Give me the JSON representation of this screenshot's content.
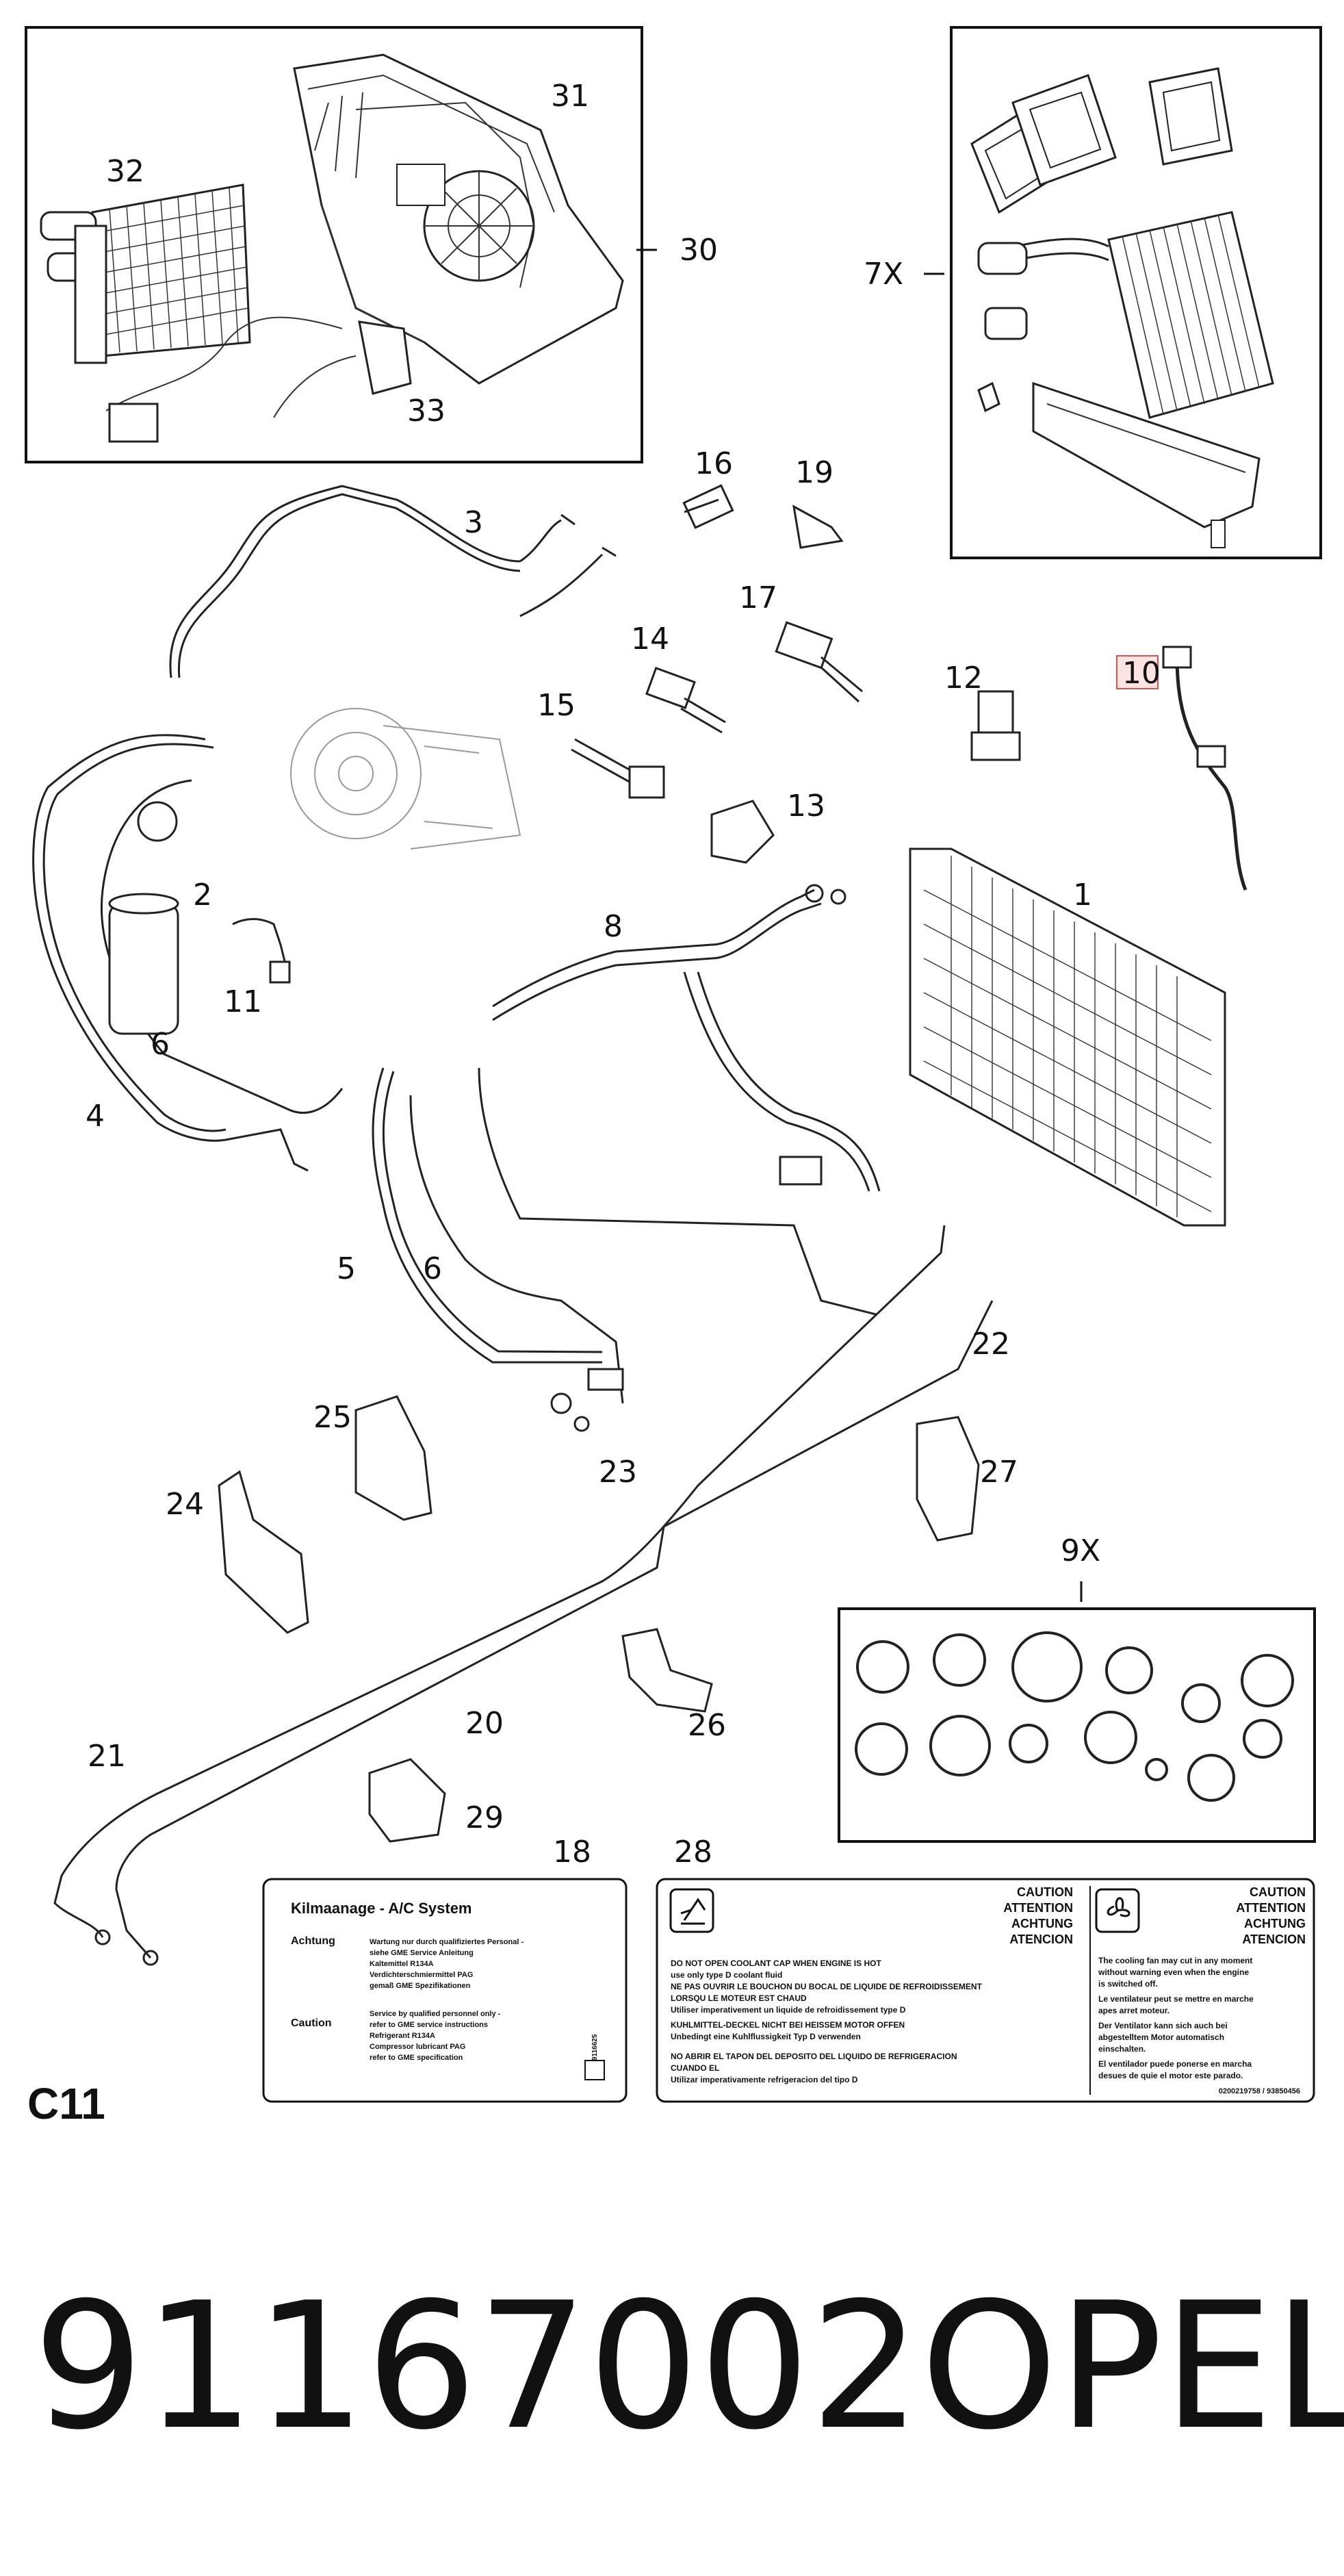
{
  "page_code": "C11",
  "part_number": "91167002",
  "brand": "OPEL",
  "highlight_color": "#d9534f",
  "callouts": {
    "c1": "1",
    "c2": "2",
    "c3": "3",
    "c4": "4",
    "c5": "5",
    "c6a": "6",
    "c6b": "6",
    "c7": "7X",
    "c8": "8",
    "c9": "9X",
    "c10": "10",
    "c11": "11",
    "c12": "12",
    "c13": "13",
    "c14": "14",
    "c15": "15",
    "c16": "16",
    "c17": "17",
    "c18": "18",
    "c19": "19",
    "c20": "20",
    "c21": "21",
    "c22": "22",
    "c23": "23",
    "c24": "24",
    "c25": "25",
    "c26": "26",
    "c27": "27",
    "c28": "28",
    "c29": "29",
    "c30": "30",
    "c31": "31",
    "c32": "32",
    "c33": "33"
  },
  "label_18": {
    "title": "Kilmaanage - A/C System",
    "achtung_head": "Achtung",
    "achtung_lines": [
      "Wartung nur durch qualifiziertes Personal -",
      "siehe GME Service Anleitung",
      "Kaltemittel R134A",
      "Verdichterschmiermittel PAG",
      "gemaß GME Spezifikationen"
    ],
    "caution_head": "Caution",
    "caution_lines": [
      "Service by qualified personnel only -",
      "refer to GME service instructions",
      "Refrigerant R134A",
      "Compressor lubricant PAG",
      "refer to GME specification"
    ],
    "side_code": "9116625"
  },
  "label_28": {
    "left_heads": [
      "CAUTION",
      "ATTENTION",
      "ACHTUNG",
      "ATENCION"
    ],
    "left_lines": [
      "DO NOT OPEN COOLANT CAP WHEN ENGINE IS HOT",
      "use only type D coolant fluid",
      "NE PAS OUVRIR LE BOUCHON DU BOCAL DE LIQUIDE DE REFROIDISSEMENT",
      "LORSQU LE MOTEUR EST CHAUD",
      "Utiliser imperativement un liquide de refroidissement type D",
      "KUHLMITTEL-DECKEL NICHT BEI HEISSEM MOTOR OFFEN",
      "Unbedingt eine Kuhlflussigkeit Typ D verwenden",
      "NO ABRIR EL TAPON DEL DEPOSITO DEL LIQUIDO DE REFRIGERACION",
      "CUANDO EL",
      "Utilizar imperativamente refrigeracion del tipo D"
    ],
    "right_heads": [
      "CAUTION",
      "ATTENTION",
      "ACHTUNG",
      "ATENCION"
    ],
    "right_lines": [
      "The cooling fan may cut in any moment",
      "without warning even when the engine",
      "is switched off.",
      "Le ventilateur peut se mettre en marche",
      "apes arret moteur.",
      "Der Ventilator kann sich auch bei",
      "abgestelltem Motor automatisch",
      "einschalten.",
      "El ventilador puede ponerse en marcha",
      "desues de quie el motor este parado."
    ],
    "code": "0200219758 / 93850456"
  }
}
